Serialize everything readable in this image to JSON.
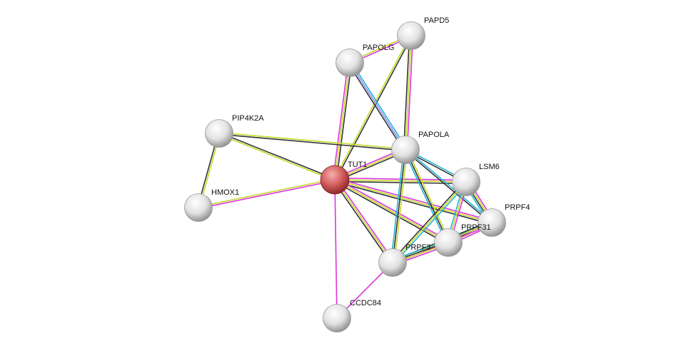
{
  "network": {
    "query_node": "TUT1",
    "nodes": [
      {
        "id": "PAPD5",
        "label": "PAPD5",
        "color": "white"
      },
      {
        "id": "PAPOLG",
        "label": "PAPOLG",
        "color": "white"
      },
      {
        "id": "PIP4K2A",
        "label": "PIP4K2A",
        "color": "white"
      },
      {
        "id": "PAPOLA",
        "label": "PAPOLA",
        "color": "white"
      },
      {
        "id": "TUT1",
        "label": "TUT1",
        "color": "red"
      },
      {
        "id": "LSM6",
        "label": "LSM6",
        "color": "white"
      },
      {
        "id": "HMOX1",
        "label": "HMOX1",
        "color": "white"
      },
      {
        "id": "PRPF4",
        "label": "PRPF4",
        "color": "white"
      },
      {
        "id": "PRPF31",
        "label": "PRPF31",
        "color": "white"
      },
      {
        "id": "PRPF3",
        "label": "PRPF3",
        "color": "white"
      },
      {
        "id": "CCDC84",
        "label": "CCDC84",
        "color": "white"
      }
    ],
    "evidence_colors": {
      "magenta": "#dd33dd",
      "yellow": "#c6d92a",
      "black": "#333333",
      "cyan": "#22b4d6",
      "blue": "#8a8aff"
    },
    "edges": [
      {
        "a": "TUT1",
        "b": "PAPD5",
        "evidence": [
          "yellow",
          "black"
        ]
      },
      {
        "a": "TUT1",
        "b": "PAPOLG",
        "evidence": [
          "magenta",
          "yellow",
          "black"
        ]
      },
      {
        "a": "TUT1",
        "b": "PIP4K2A",
        "evidence": [
          "yellow",
          "black"
        ]
      },
      {
        "a": "TUT1",
        "b": "HMOX1",
        "evidence": [
          "magenta",
          "yellow"
        ]
      },
      {
        "a": "TUT1",
        "b": "PAPOLA",
        "evidence": [
          "magenta",
          "yellow",
          "black"
        ]
      },
      {
        "a": "TUT1",
        "b": "LSM6",
        "evidence": [
          "magenta",
          "yellow",
          "black"
        ]
      },
      {
        "a": "TUT1",
        "b": "PRPF4",
        "evidence": [
          "magenta",
          "yellow",
          "black"
        ]
      },
      {
        "a": "TUT1",
        "b": "PRPF31",
        "evidence": [
          "magenta",
          "yellow",
          "black"
        ]
      },
      {
        "a": "TUT1",
        "b": "PRPF3",
        "evidence": [
          "magenta",
          "yellow",
          "black"
        ]
      },
      {
        "a": "TUT1",
        "b": "CCDC84",
        "evidence": [
          "magenta"
        ]
      },
      {
        "a": "PAPD5",
        "b": "PAPOLG",
        "evidence": [
          "magenta",
          "yellow"
        ]
      },
      {
        "a": "PAPD5",
        "b": "PAPOLA",
        "evidence": [
          "magenta",
          "yellow",
          "black"
        ]
      },
      {
        "a": "PAPOLG",
        "b": "PAPOLA",
        "evidence": [
          "cyan",
          "blue",
          "black"
        ]
      },
      {
        "a": "PIP4K2A",
        "b": "PAPOLA",
        "evidence": [
          "yellow",
          "black"
        ]
      },
      {
        "a": "PIP4K2A",
        "b": "HMOX1",
        "evidence": [
          "yellow",
          "black"
        ]
      },
      {
        "a": "PAPOLA",
        "b": "LSM6",
        "evidence": [
          "cyan",
          "black"
        ]
      },
      {
        "a": "PAPOLA",
        "b": "PRPF4",
        "evidence": [
          "cyan",
          "black"
        ]
      },
      {
        "a": "PAPOLA",
        "b": "PRPF31",
        "evidence": [
          "yellow",
          "black",
          "cyan"
        ]
      },
      {
        "a": "PAPOLA",
        "b": "PRPF3",
        "evidence": [
          "yellow",
          "black",
          "cyan"
        ]
      },
      {
        "a": "LSM6",
        "b": "PRPF4",
        "evidence": [
          "magenta",
          "yellow",
          "black",
          "cyan"
        ]
      },
      {
        "a": "LSM6",
        "b": "PRPF31",
        "evidence": [
          "magenta",
          "yellow",
          "cyan"
        ]
      },
      {
        "a": "LSM6",
        "b": "PRPF3",
        "evidence": [
          "cyan",
          "yellow",
          "black"
        ]
      },
      {
        "a": "PRPF4",
        "b": "PRPF31",
        "evidence": [
          "magenta",
          "yellow",
          "black",
          "cyan"
        ]
      },
      {
        "a": "PRPF4",
        "b": "PRPF3",
        "evidence": [
          "magenta",
          "yellow",
          "black"
        ]
      },
      {
        "a": "PRPF31",
        "b": "PRPF3",
        "evidence": [
          "magenta",
          "yellow",
          "black",
          "cyan"
        ]
      },
      {
        "a": "PRPF3",
        "b": "CCDC84",
        "evidence": [
          "magenta"
        ]
      }
    ]
  }
}
